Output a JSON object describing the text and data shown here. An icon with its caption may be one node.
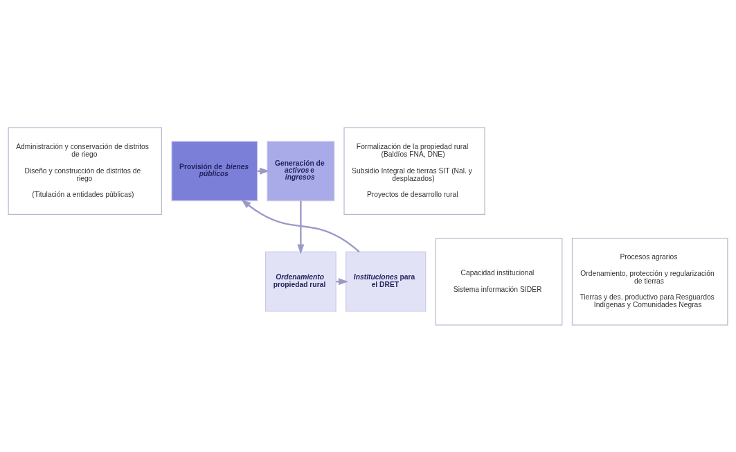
{
  "diagram": {
    "nodes": [
      {
        "text": [
          "Administración y conservación de distritos de riego",
          "Diseño y construcción de distritos de riego",
          "(Titulación a entidades públicas)"
        ]
      },
      {
        "text": [
          "Formalización de la propiedad rural (Baldíos FNA, DNE)",
          "Subsidio Integral de tierras SIT (Nal. y desplazados)",
          "Proyectos de desarrollo rural"
        ]
      },
      {
        "text": [
          "Provisión de *bienes públicos*"
        ]
      },
      {
        "text": [
          "Generación de *activos* e *ingresos*"
        ]
      },
      {
        "text": [
          "*Instituciones* para el DRET"
        ]
      },
      {
        "text": [
          "*Ordenamiento* propiedad rural"
        ]
      },
      {
        "text": [
          "Capacidad institucional",
          "Sistema información SIDER"
        ]
      },
      {
        "text": [
          "Procesos agrarios",
          "Ordenamiento, protección y regularización de tierras",
          "Tierras y des. productivo para Resguardos Indígenas y Comunidades Negras"
        ]
      }
    ],
    "edges": [
      {
        "from": 2,
        "to": 3,
        "arrow": "to"
      },
      {
        "from": 3,
        "to": 5,
        "arrow": "to"
      },
      {
        "from": 5,
        "to": 4,
        "arrow": "to"
      },
      {
        "from": 4,
        "to": 2,
        "arrow": "to"
      }
    ]
  }
}
